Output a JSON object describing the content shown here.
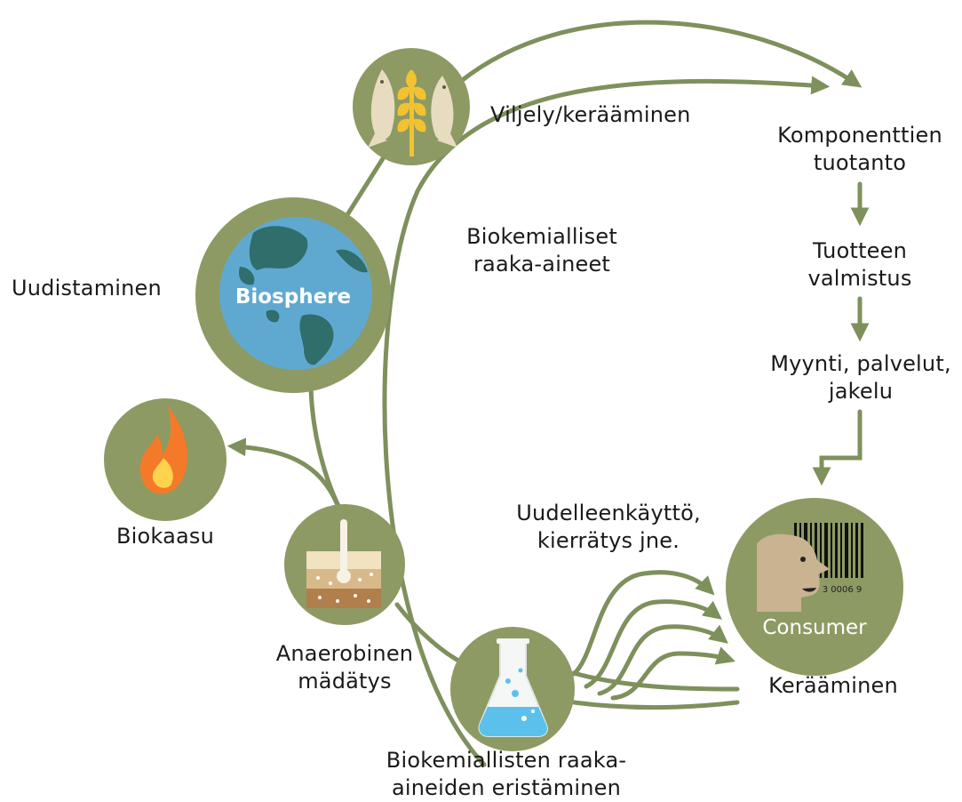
{
  "colors": {
    "green": "#8d9a63",
    "green_line": "#7e905c",
    "earth_ocean": "#5fa9d1",
    "earth_land": "#2f6e6b",
    "flame_outer": "#f47a2a",
    "flame_inner": "#ffd34d",
    "wheat": "#f2c230",
    "fish": "#e8dcc0",
    "face": "#c9b391",
    "flask_liquid": "#5bc1ec",
    "soil_light": "#f1e2c0",
    "soil_mid": "#d8b98a",
    "soil_dark": "#b07f4c"
  },
  "nodes": {
    "biosphere": {
      "label": "Biosphere",
      "icon": "globe-icon"
    },
    "consumer": {
      "label": "Consumer",
      "icon": "consumer-face-barcode-icon",
      "barcode_digits": "3 0006 9"
    },
    "harvest": {
      "icon": "fish-wheat-icon"
    },
    "biogas": {
      "icon": "flame-icon"
    },
    "digestion": {
      "icon": "soil-thermometer-icon"
    },
    "isolation": {
      "icon": "flask-icon"
    }
  },
  "labels": {
    "viljely": "Viljely/kerääminen",
    "komponentti": [
      "Komponenttien",
      "tuotanto"
    ],
    "tuotteen": [
      "Tuotteen",
      "valmistus"
    ],
    "myynti": [
      "Myynti, palvelut,",
      "jakelu"
    ],
    "biokemialliset": [
      "Biokemialliset",
      "raaka-aineet"
    ],
    "uudistaminen": "Uudistaminen",
    "biokaasu": "Biokaasu",
    "uudelleen": [
      "Uudelleenkäyttö,",
      "kierrätys jne."
    ],
    "anaerobinen": [
      "Anaerobinen",
      "mädätys"
    ],
    "keraaminen": "Kerääminen",
    "biokemiallisten": [
      "Biokemiallisten raaka-",
      "aineiden eristäminen"
    ]
  }
}
